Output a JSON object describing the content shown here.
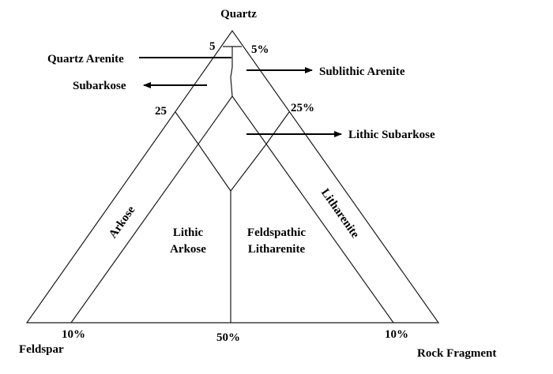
{
  "diagram": {
    "apices": {
      "top": "Quartz",
      "left": "Feldspar",
      "right": "Rock Fragment"
    },
    "ticks": {
      "q5_left": "5",
      "q5_right": "5%",
      "q25_left": "25",
      "q25_right": "25%",
      "base_left": "10%",
      "base_mid": "50%",
      "base_right": "10%"
    },
    "callouts": {
      "quartz_arenite": "Quartz Arenite",
      "subarkose": "Subarkose",
      "sublithic_arenite": "Sublithic Arenite",
      "lithic_subarkose": "Lithic Subarkose"
    },
    "fields": {
      "arkose": "Arkose",
      "litharenite": "Litharenite",
      "lithic_arkose_line1": "Lithic",
      "lithic_arkose_line2": "Arkose",
      "feldspathic_litharenite_line1": "Feldspathic",
      "feldspathic_litharenite_line2": "Litharenite"
    }
  }
}
